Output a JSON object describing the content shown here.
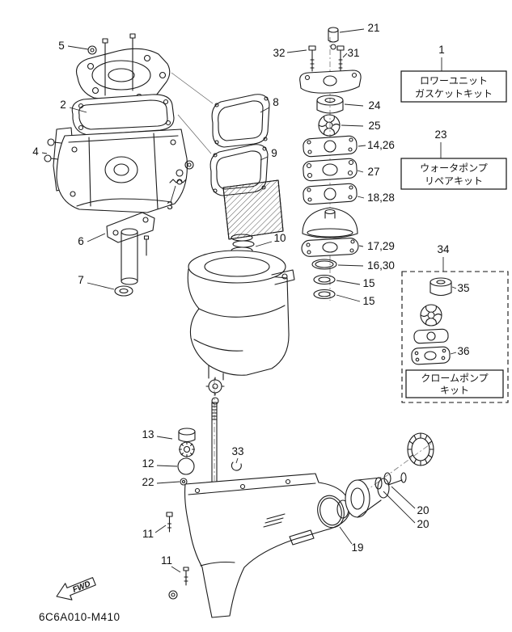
{
  "diagram": {
    "drawing_code": "6C6A010-M410",
    "fwd_label": "FWD",
    "callouts": {
      "c1": "1",
      "c2": "2",
      "c3": "3",
      "c4": "4",
      "c5": "5",
      "c6": "6",
      "c7": "7",
      "c8": "8",
      "c9": "9",
      "c10": "10",
      "c11a": "11",
      "c11b": "11",
      "c12": "12",
      "c13": "13",
      "c14_26": "14,26",
      "c15a": "15",
      "c15b": "15",
      "c16_30": "16,30",
      "c17_29": "17,29",
      "c18_28": "18,28",
      "c19": "19",
      "c20a": "20",
      "c20b": "20",
      "c21": "21",
      "c22": "22",
      "c23": "23",
      "c24": "24",
      "c25": "25",
      "c27": "27",
      "c31": "31",
      "c32": "32",
      "c33": "33",
      "c34": "34",
      "c35": "35",
      "c36": "36"
    },
    "kits": {
      "lower_unit_gasket_kit": {
        "line1": "ロワーユニット",
        "line2": "ガスケットキット"
      },
      "water_pump_repair_kit": {
        "line1": "ウォータポンプ",
        "line2": "リペアキット"
      },
      "chrome_pump_kit": {
        "line1": "クロームポンプ",
        "line2": "キット"
      }
    }
  }
}
